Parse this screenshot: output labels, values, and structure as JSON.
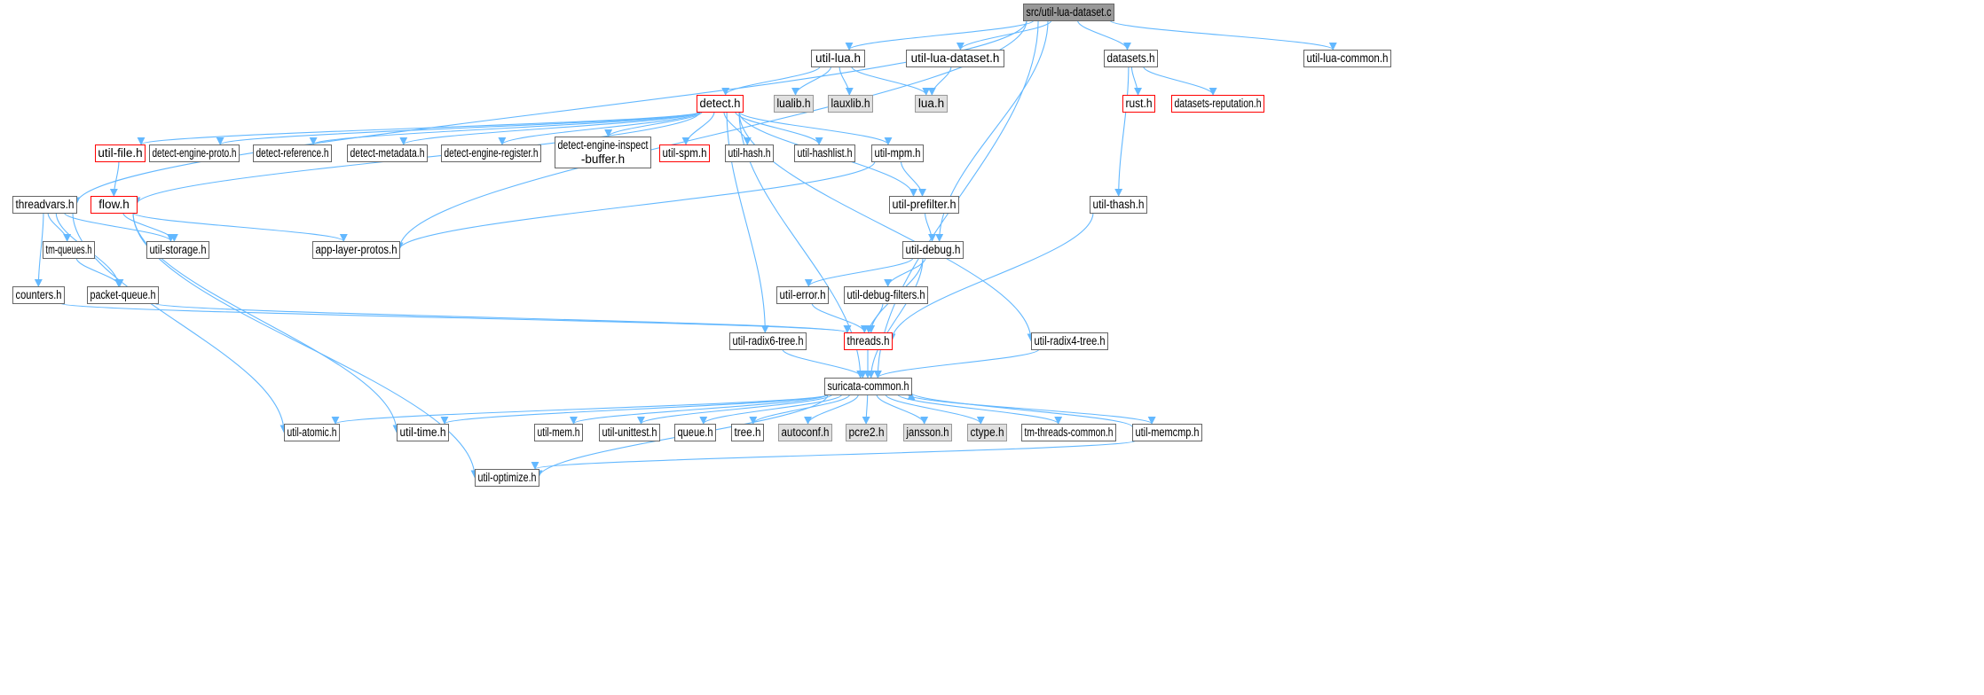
{
  "title": "src/util-lua-dataset.c",
  "colors": {
    "edge": "#63b8ff",
    "root_fill": "#999999",
    "root_border": "#666666",
    "default_border": "#666666",
    "default_fill": "#ffffff",
    "external_fill": "#e0e0e0",
    "external_border": "#999999",
    "truncated_border": "#ff0000"
  },
  "nodes": [
    {
      "id": "root",
      "label": "src/util-lua-dataset.c",
      "style": "root"
    },
    {
      "id": "util_lua",
      "label": "util-lua.h",
      "style": "normal"
    },
    {
      "id": "util_lua_dataset",
      "label": "util-lua-dataset.h",
      "style": "normal"
    },
    {
      "id": "datasets",
      "label": "datasets.h",
      "style": "normal"
    },
    {
      "id": "util_lua_common",
      "label": "util-lua-common.h",
      "style": "normal"
    },
    {
      "id": "detect",
      "label": "detect.h",
      "style": "truncated"
    },
    {
      "id": "lualib",
      "label": "lualib.h",
      "style": "external"
    },
    {
      "id": "lauxlib",
      "label": "lauxlib.h",
      "style": "external"
    },
    {
      "id": "lua",
      "label": "lua.h",
      "style": "external"
    },
    {
      "id": "rust",
      "label": "rust.h",
      "style": "truncated"
    },
    {
      "id": "datasets_reputation",
      "label": "datasets-reputation.h",
      "style": "truncated"
    },
    {
      "id": "util_file",
      "label": "util-file.h",
      "style": "truncated"
    },
    {
      "id": "detect_engine_proto",
      "label": "detect-engine-proto.h",
      "style": "normal"
    },
    {
      "id": "detect_reference",
      "label": "detect-reference.h",
      "style": "normal"
    },
    {
      "id": "detect_metadata",
      "label": "detect-metadata.h",
      "style": "normal"
    },
    {
      "id": "detect_engine_register",
      "label": "detect-engine-register.h",
      "style": "normal"
    },
    {
      "id": "detect_engine_inspect_buffer",
      "label": "detect-engine-inspect",
      "label2": "-buffer.h",
      "style": "normal"
    },
    {
      "id": "util_spm",
      "label": "util-spm.h",
      "style": "truncated"
    },
    {
      "id": "util_hash",
      "label": "util-hash.h",
      "style": "normal"
    },
    {
      "id": "util_hashlist",
      "label": "util-hashlist.h",
      "style": "normal"
    },
    {
      "id": "util_mpm",
      "label": "util-mpm.h",
      "style": "normal"
    },
    {
      "id": "threadvars",
      "label": "threadvars.h",
      "style": "normal"
    },
    {
      "id": "flow",
      "label": "flow.h",
      "style": "truncated"
    },
    {
      "id": "util_prefilter",
      "label": "util-prefilter.h",
      "style": "normal"
    },
    {
      "id": "util_thash",
      "label": "util-thash.h",
      "style": "normal"
    },
    {
      "id": "tm_queues",
      "label": "tm-queues.h",
      "style": "normal"
    },
    {
      "id": "util_storage",
      "label": "util-storage.h",
      "style": "normal"
    },
    {
      "id": "app_layer_protos",
      "label": "app-layer-protos.h",
      "style": "normal"
    },
    {
      "id": "util_debug",
      "label": "util-debug.h",
      "style": "normal"
    },
    {
      "id": "counters",
      "label": "counters.h",
      "style": "normal"
    },
    {
      "id": "packet_queue",
      "label": "packet-queue.h",
      "style": "normal"
    },
    {
      "id": "util_error",
      "label": "util-error.h",
      "style": "normal"
    },
    {
      "id": "util_debug_filters",
      "label": "util-debug-filters.h",
      "style": "normal"
    },
    {
      "id": "threads",
      "label": "threads.h",
      "style": "truncated"
    },
    {
      "id": "util_radix6_tree",
      "label": "util-radix6-tree.h",
      "style": "normal"
    },
    {
      "id": "util_radix4_tree",
      "label": "util-radix4-tree.h",
      "style": "normal"
    },
    {
      "id": "suricata_common",
      "label": "suricata-common.h",
      "style": "normal"
    },
    {
      "id": "util_atomic",
      "label": "util-atomic.h",
      "style": "normal"
    },
    {
      "id": "util_time",
      "label": "util-time.h",
      "style": "normal"
    },
    {
      "id": "util_mem",
      "label": "util-mem.h",
      "style": "normal"
    },
    {
      "id": "util_unittest",
      "label": "util-unittest.h",
      "style": "normal"
    },
    {
      "id": "queue",
      "label": "queue.h",
      "style": "normal"
    },
    {
      "id": "tree",
      "label": "tree.h",
      "style": "normal"
    },
    {
      "id": "autoconf",
      "label": "autoconf.h",
      "style": "external"
    },
    {
      "id": "pcre2",
      "label": "pcre2.h",
      "style": "external"
    },
    {
      "id": "jansson",
      "label": "jansson.h",
      "style": "external"
    },
    {
      "id": "ctype",
      "label": "ctype.h",
      "style": "external"
    },
    {
      "id": "tm_threads_common",
      "label": "tm-threads-common.h",
      "style": "normal"
    },
    {
      "id": "util_memcmp",
      "label": "util-memcmp.h",
      "style": "normal"
    },
    {
      "id": "util_optimize",
      "label": "util-optimize.h",
      "style": "normal"
    }
  ],
  "edges": [
    [
      "root",
      "util_lua"
    ],
    [
      "root",
      "util_lua_dataset"
    ],
    [
      "root",
      "datasets"
    ],
    [
      "root",
      "util_lua_common"
    ],
    [
      "root",
      "threadvars"
    ],
    [
      "root",
      "app_layer_protos"
    ],
    [
      "root",
      "util_debug"
    ],
    [
      "root",
      "suricata_common"
    ],
    [
      "util_lua",
      "detect"
    ],
    [
      "util_lua",
      "lualib"
    ],
    [
      "util_lua",
      "lauxlib"
    ],
    [
      "util_lua",
      "lua"
    ],
    [
      "util_lua_dataset",
      "lua"
    ],
    [
      "datasets",
      "rust"
    ],
    [
      "datasets",
      "datasets_reputation"
    ],
    [
      "datasets",
      "util_thash"
    ],
    [
      "detect",
      "util_file"
    ],
    [
      "detect",
      "detect_engine_proto"
    ],
    [
      "detect",
      "detect_reference"
    ],
    [
      "detect",
      "detect_metadata"
    ],
    [
      "detect",
      "detect_engine_register"
    ],
    [
      "detect",
      "detect_engine_inspect_buffer"
    ],
    [
      "detect",
      "util_spm"
    ],
    [
      "detect",
      "util_hash"
    ],
    [
      "detect",
      "util_hashlist"
    ],
    [
      "detect",
      "util_mpm"
    ],
    [
      "detect",
      "util_prefilter"
    ],
    [
      "detect",
      "flow"
    ],
    [
      "detect",
      "util_radix6_tree"
    ],
    [
      "detect",
      "util_radix4_tree"
    ],
    [
      "detect",
      "suricata_common"
    ],
    [
      "util_file",
      "flow"
    ],
    [
      "flow",
      "util_storage"
    ],
    [
      "flow",
      "app_layer_protos"
    ],
    [
      "flow",
      "util_time"
    ],
    [
      "flow",
      "util_optimize"
    ],
    [
      "util_mpm",
      "util_prefilter"
    ],
    [
      "util_mpm",
      "app_layer_protos"
    ],
    [
      "util_prefilter",
      "util_debug"
    ],
    [
      "util_thash",
      "threads"
    ],
    [
      "threadvars",
      "tm_queues"
    ],
    [
      "threadvars",
      "counters"
    ],
    [
      "threadvars",
      "packet_queue"
    ],
    [
      "threadvars",
      "util_storage"
    ],
    [
      "threadvars",
      "util_atomic"
    ],
    [
      "tm_queues",
      "packet_queue"
    ],
    [
      "counters",
      "threads"
    ],
    [
      "packet_queue",
      "threads"
    ],
    [
      "util_debug",
      "util_error"
    ],
    [
      "util_debug",
      "util_debug_filters"
    ],
    [
      "util_debug",
      "threads"
    ],
    [
      "util_debug",
      "suricata_common"
    ],
    [
      "util_error",
      "threads"
    ],
    [
      "util_debug_filters",
      "threads"
    ],
    [
      "threads",
      "suricata_common"
    ],
    [
      "util_radix6_tree",
      "suricata_common"
    ],
    [
      "util_radix4_tree",
      "suricata_common"
    ],
    [
      "suricata_common",
      "util_atomic"
    ],
    [
      "suricata_common",
      "util_time"
    ],
    [
      "suricata_common",
      "util_mem"
    ],
    [
      "suricata_common",
      "util_unittest"
    ],
    [
      "suricata_common",
      "queue"
    ],
    [
      "suricata_common",
      "tree"
    ],
    [
      "suricata_common",
      "autoconf"
    ],
    [
      "suricata_common",
      "pcre2"
    ],
    [
      "suricata_common",
      "jansson"
    ],
    [
      "suricata_common",
      "ctype"
    ],
    [
      "suricata_common",
      "tm_threads_common"
    ],
    [
      "suricata_common",
      "util_memcmp"
    ],
    [
      "suricata_common",
      "util_optimize"
    ],
    [
      "util_memcmp",
      "suricata_common"
    ],
    [
      "util_memcmp",
      "util_optimize"
    ]
  ]
}
